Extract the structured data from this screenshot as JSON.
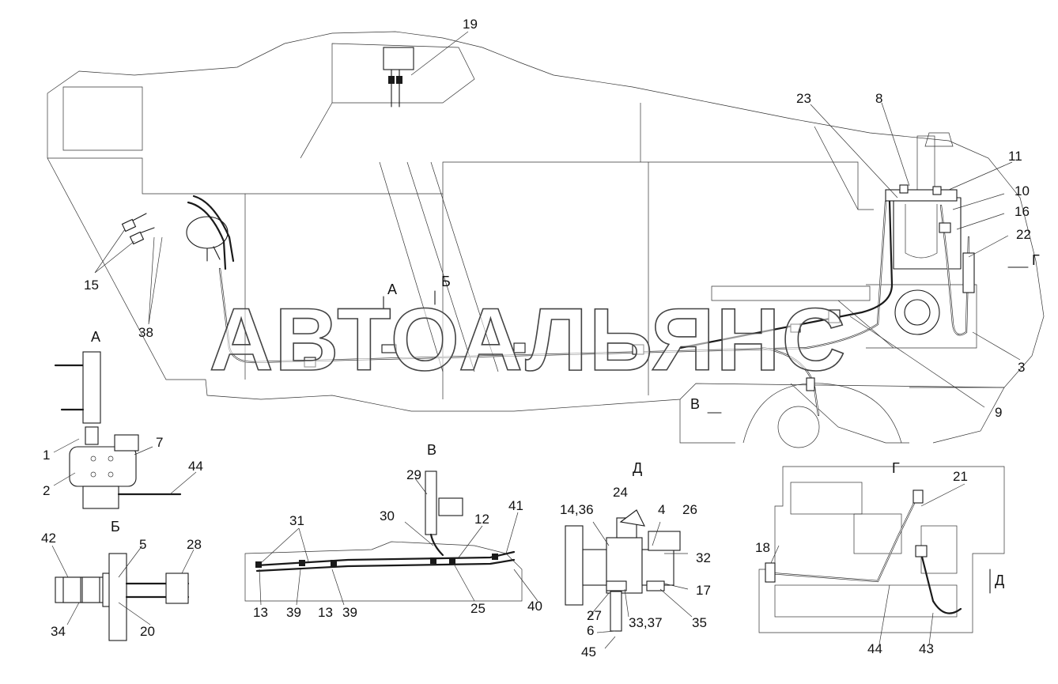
{
  "watermark": "АВТОАЛЬЯНС",
  "view_labels": {
    "A_main": "А",
    "B_main": "Б",
    "V_main": "В",
    "G_main": "Г",
    "A_detail": "А",
    "B_detail": "Б",
    "V_detail": "В",
    "D_detail": "Д",
    "G_detail": "Г",
    "D_arrow": "Д"
  },
  "callouts": {
    "c19": "19",
    "c23": "23",
    "c8": "8",
    "c11": "11",
    "c10": "10",
    "c16": "16",
    "c22": "22",
    "c3": "3",
    "c9": "9",
    "c15": "15",
    "c38": "38",
    "c1": "1",
    "c2": "2",
    "c7": "7",
    "c44a": "44",
    "c42": "42",
    "c5": "5",
    "c28": "28",
    "c34": "34",
    "c20": "20",
    "c29": "29",
    "c30": "30",
    "c31": "31",
    "c12": "12",
    "c41": "41",
    "c13a": "13",
    "c39a": "39",
    "c13b": "13",
    "c39b": "39",
    "c25": "25",
    "c40": "40",
    "c24": "24",
    "c1436": "14,36",
    "c4": "4",
    "c26": "26",
    "c32": "32",
    "c17": "17",
    "c35": "35",
    "c3337": "33,37",
    "c27": "27",
    "c6": "6",
    "c45": "45",
    "c21": "21",
    "c18": "18",
    "c44b": "44",
    "c43": "43"
  },
  "colors": {
    "line": "#1a1a1a",
    "outline": "#333333",
    "background": "#ffffff"
  }
}
